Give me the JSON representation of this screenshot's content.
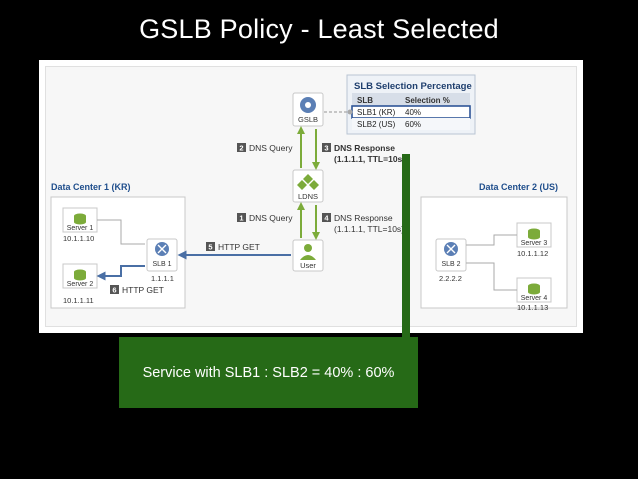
{
  "title": "GSLB Policy - Least Selected",
  "table": {
    "title": "SLB Selection Percentage",
    "col_slb": "SLB",
    "col_pct": "Selection %",
    "rows": [
      {
        "slb": "SLB1 (KR)",
        "pct": "40%"
      },
      {
        "slb": "SLB2 (US)",
        "pct": "60%"
      }
    ]
  },
  "gslb_label": "GSLB",
  "ldns_label": "LDNS",
  "user_label": "User",
  "steps": {
    "s1_num": "1",
    "s1_text": "DNS Query",
    "s2_num": "2",
    "s2_text": "DNS Query",
    "s3_num": "3",
    "s3_text": "DNS Response",
    "s3_detail": "(1.1.1.1, TTL=10s)",
    "s4_num": "4",
    "s4_text": "DNS Response",
    "s4_detail": "(1.1.1.1, TTL=10s)",
    "s5_num": "5",
    "s5_text": "HTTP GET",
    "s6_num": "6",
    "s6_text": "HTTP GET"
  },
  "dc1": {
    "label": "Data Center 1 (KR)",
    "slb_name": "SLB 1",
    "slb_ip": "1.1.1.1",
    "server1_name": "Server 1",
    "server1_ip": "10.1.1.10",
    "server2_name": "Server 2",
    "server2_ip": "10.1.1.11"
  },
  "dc2": {
    "label": "Data Center 2 (US)",
    "slb_name": "SLB 2",
    "slb_ip": "2.2.2.2",
    "server3_name": "Server 3",
    "server3_ip": "10.1.1.12",
    "server4_name": "Server 4",
    "server4_ip": "10.1.1.13"
  },
  "callout_text": "Service with SLB1 : SLB2 = 40% : 60%",
  "colors": {
    "dc_label": "#1f4e8c",
    "green_icon": "#7cab3a",
    "blue_icon": "#5b7fb5",
    "arrow_green": "#7cab3a",
    "arrow_blue": "#4a6fa5",
    "callout_bg": "#266a17"
  }
}
